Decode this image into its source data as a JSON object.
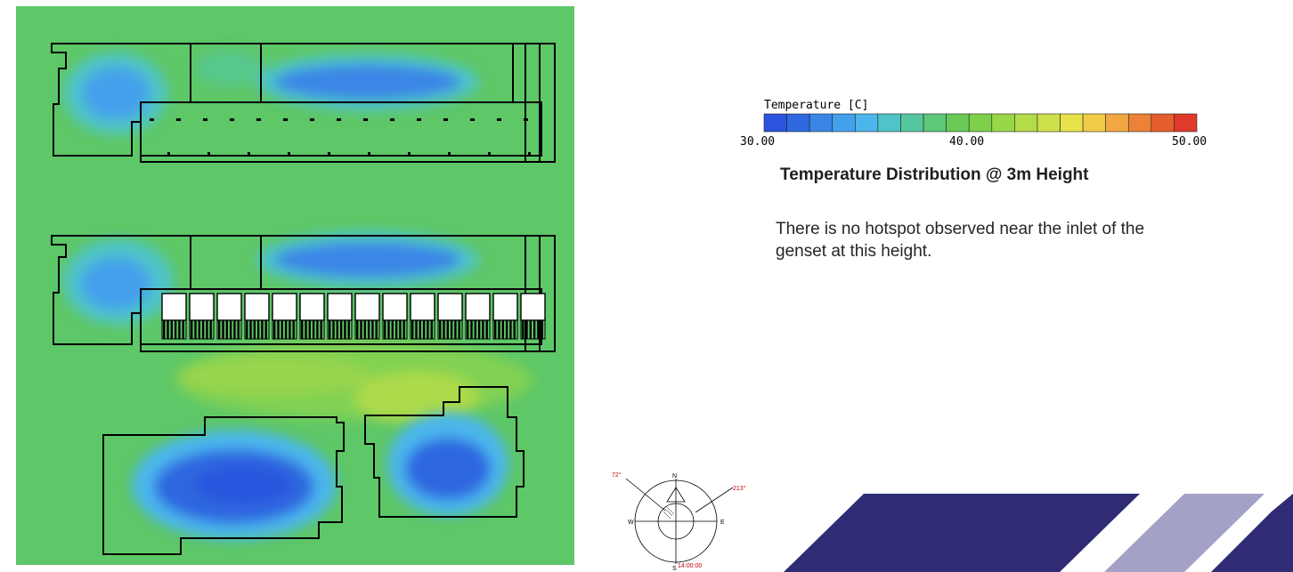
{
  "colors": {
    "background": "#5ec767",
    "scale": [
      "#2b54de",
      "#2f68e0",
      "#3a86e6",
      "#44a0ec",
      "#4cb6ec",
      "#4fc4c8",
      "#55c79e",
      "#5cc878",
      "#68cb56",
      "#7dd04a",
      "#98d748",
      "#b2dc48",
      "#cee04a",
      "#e7e24a",
      "#f2cc48",
      "#f1a842",
      "#ec8238",
      "#e65d2e",
      "#e03a2a"
    ]
  },
  "legend": {
    "title": "Temperature [C]",
    "min_label": "30.00",
    "mid_label": "40.00",
    "max_label": "50.00"
  },
  "caption": "Temperature Distribution @ 3m Height",
  "description": "There is no hotspot observed near the inlet of the genset at this height.",
  "compass": {
    "north": "N",
    "south": "S",
    "east": "E",
    "west": "W",
    "left_angle": "72°",
    "right_angle": "213°",
    "time": "14:00:00"
  }
}
